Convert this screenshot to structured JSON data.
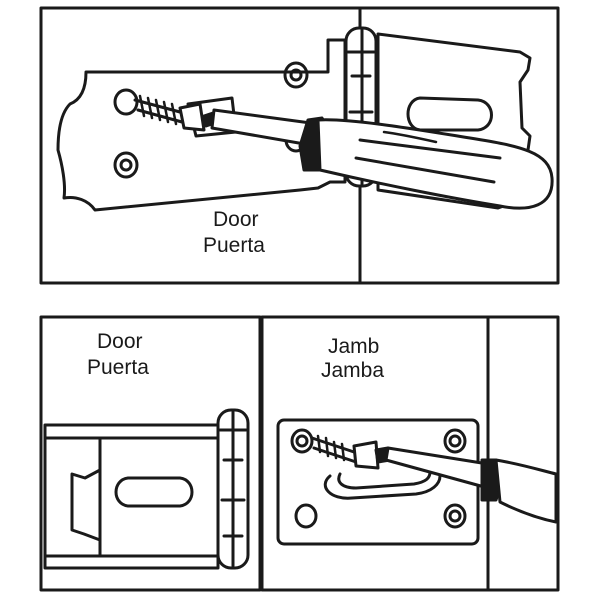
{
  "top_panel": {
    "label_line1": "Door",
    "label_line2": "Puerta"
  },
  "bottom_left_panel": {
    "label_line1": "Door",
    "label_line2": "Puerta"
  },
  "bottom_right_panel": {
    "label_line1": "Jamb",
    "label_line2": "Jamba"
  },
  "colors": {
    "line": "#1a1a1a",
    "background": "#ffffff"
  },
  "icons": [
    "hasp-plate",
    "hinge-barrel",
    "screwdriver",
    "wood-screw",
    "staple-loop-plate"
  ]
}
